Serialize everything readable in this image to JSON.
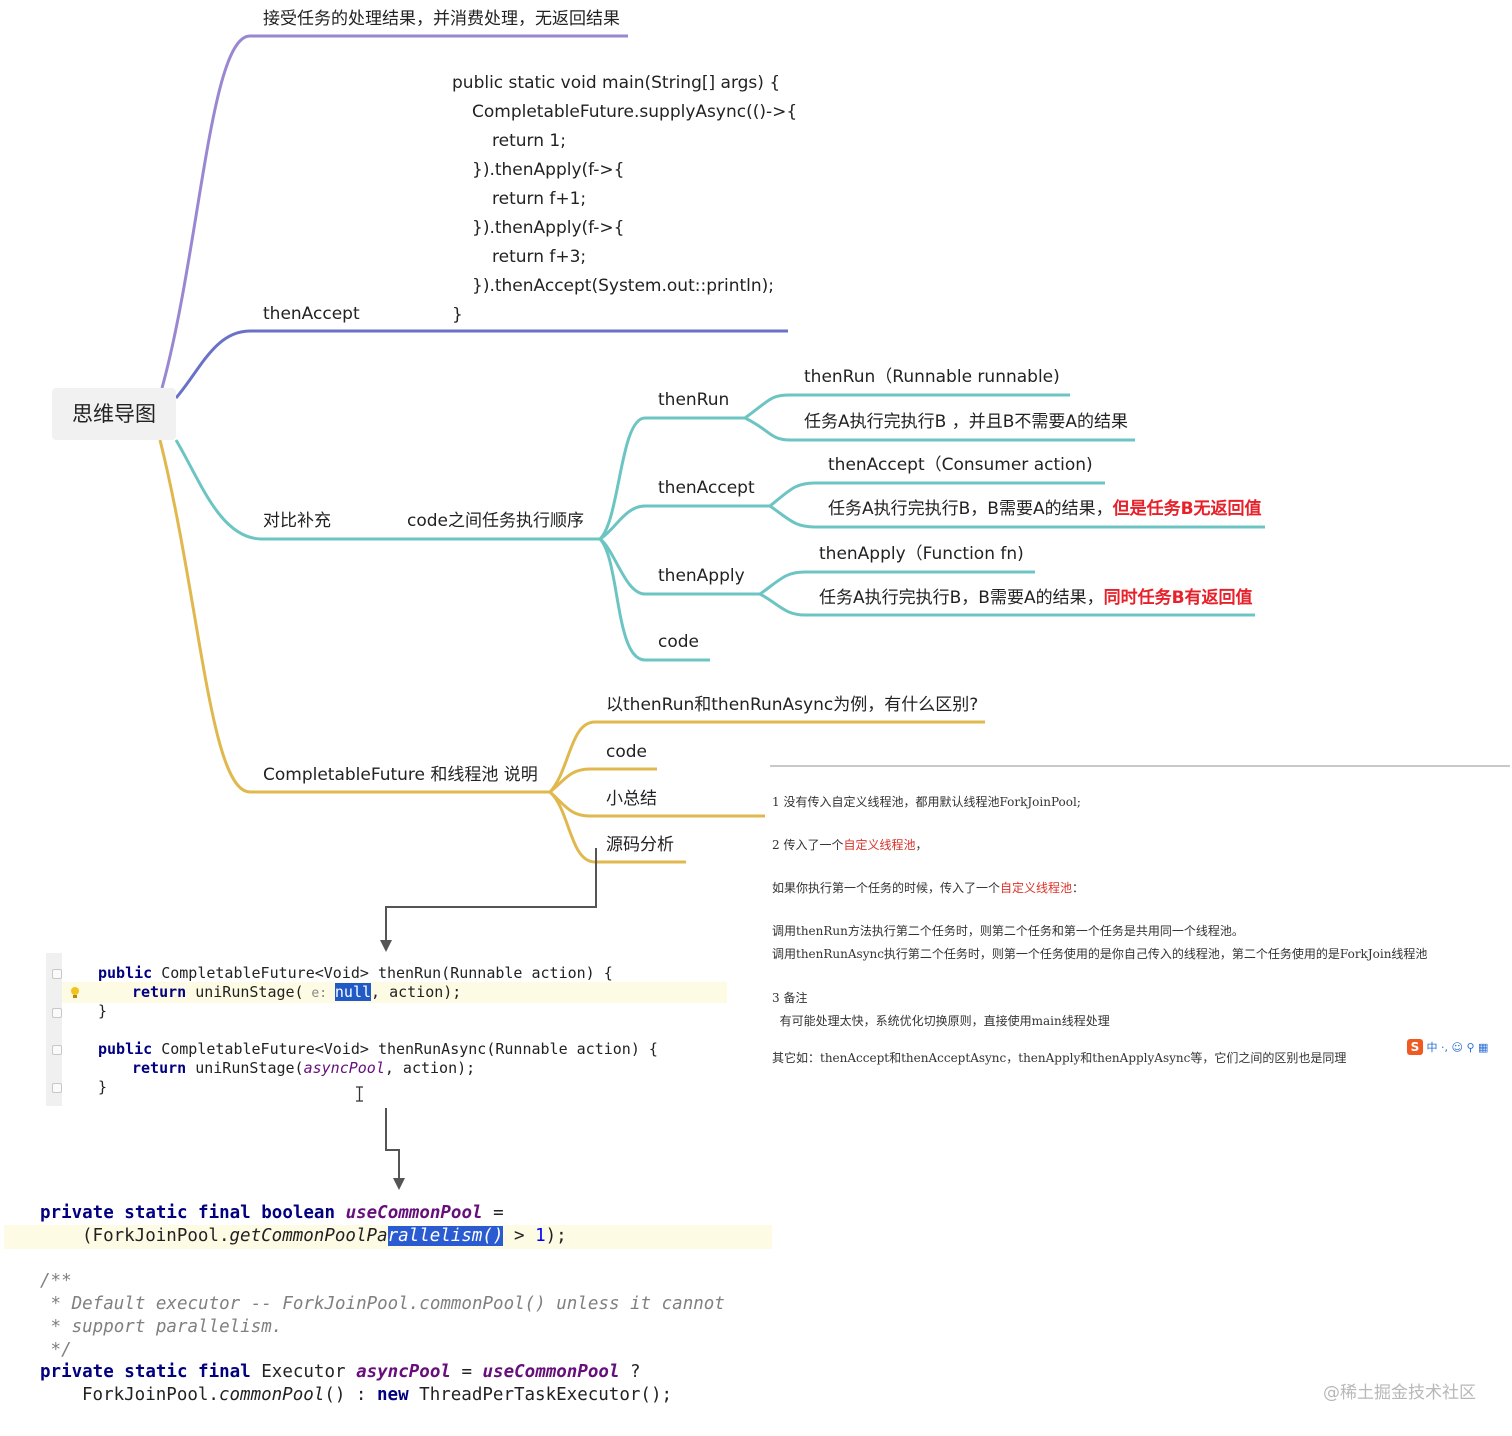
{
  "root": {
    "label": "思维导图"
  },
  "branch_consume": {
    "label": "接受任务的处理结果，并消费处理，无返回结果"
  },
  "branch_thenaccept": {
    "label": "thenAccept",
    "code": [
      "public static void main(String[] args) {",
      "    CompletableFuture.supplyAsync(()->{",
      "        return 1;",
      "    }).thenApply(f->{",
      "        return f+1;",
      "    }).thenApply(f->{",
      "        return f+3;",
      "    }).thenAccept(System.out::println);",
      "}"
    ]
  },
  "branch_compare": {
    "label": "对比补充",
    "sub_label": "code之间任务执行顺序",
    "thenrun": {
      "label": "thenRun",
      "sig": "thenRun（Runnable runnable)",
      "desc": "任务A执行完执行B ，并且B不需要A的结果"
    },
    "thenaccept": {
      "label": "thenAccept",
      "sig": "thenAccept（Consumer action)",
      "desc": "任务A执行完执行B，B需要A的结果，",
      "desc_red": "但是任务B无返回值"
    },
    "thenapply": {
      "label": "thenApply",
      "sig": "thenApply（Function fn)",
      "desc": "任务A执行完执行B，B需要A的结果，",
      "desc_red": "同时任务B有返回值"
    },
    "code": {
      "label": "code"
    }
  },
  "branch_pool": {
    "label": "CompletableFuture 和线程池 说明",
    "items": [
      "以thenRun和thenRunAsync为例，有什么区别?",
      "code",
      "小总结",
      "源码分析"
    ]
  },
  "code_shot_1": {
    "l1_kw": "public",
    "l1_rest": " CompletableFuture<Void> thenRun(Runnable action) {",
    "l2_kw": "return",
    "l2_a": " uniRunStage(",
    "l2_hint": " e: ",
    "l2_sel": "null",
    "l2_b": ", action);",
    "l3": "}",
    "l4_kw": "public",
    "l4_rest": " CompletableFuture<Void> thenRunAsync(Runnable action) {",
    "l5_kw": "return",
    "l5_a": " uniRunStage(",
    "l5_it": "asyncPool",
    "l5_b": ", action);",
    "l6": "}"
  },
  "code_shot_2": {
    "l1_kw": "private static final boolean",
    "l1_it": "useCommonPool",
    "l1_b": " =",
    "l2_a": "(ForkJoinPool.",
    "l2_it": "getCommonPoolPa",
    "l2_sel": "rallelism()",
    "l2_b": " > ",
    "l2_num": "1",
    "l2_c": ");",
    "c1": "/**",
    "c2": " * Default executor -- ForkJoinPool.commonPool() unless it cannot",
    "c3": " * support parallelism.",
    "c4": " */",
    "l3_kw": "private static final",
    "l3_a": " Executor ",
    "l3_it": "asyncPool",
    "l3_b": " = ",
    "l3_it2": "useCommonPool",
    "l3_c": " ?",
    "l4_a": "ForkJoinPool.",
    "l4_it": "commonPool",
    "l4_b": "() : ",
    "l4_kw": "new",
    "l4_c": " ThreadPerTaskExecutor();"
  },
  "notes": {
    "n1": "1 没有传入自定义线程池，都用默认线程池ForkJoinPool;",
    "n2a": "2 传入了一个",
    "n2r": "自定义线程池",
    "n2b": "，",
    "n3a": "如果你执行第一个任务的时候，传入了一个",
    "n3r": "自定义线程池",
    "n3b": "：",
    "n4": "调用thenRun方法执行第二个任务时，则第二个任务和第一个任务是共用同一个线程池。",
    "n5": "调用thenRunAsync执行第二个任务时，则第一个任务使用的是你自己传入的线程池，第二个任务使用的是ForkJoin线程池",
    "n6": "3 备注",
    "n7": "  有可能处理太快，系统优化切换原则，直接使用main线程处理",
    "n8": "其它如：thenAccept和thenAcceptAsync，thenApply和thenApplyAsync等，它们之间的区别也是同理"
  },
  "ime": {
    "badge": "S",
    "text": "中 ·, ☺ ⚲ ▦"
  },
  "watermark": "@稀土掘金技术社区",
  "colors": {
    "purple": "#9b87d1",
    "indigo": "#6a72c8",
    "teal": "#6cc5c3",
    "gold": "#e0b84e"
  }
}
